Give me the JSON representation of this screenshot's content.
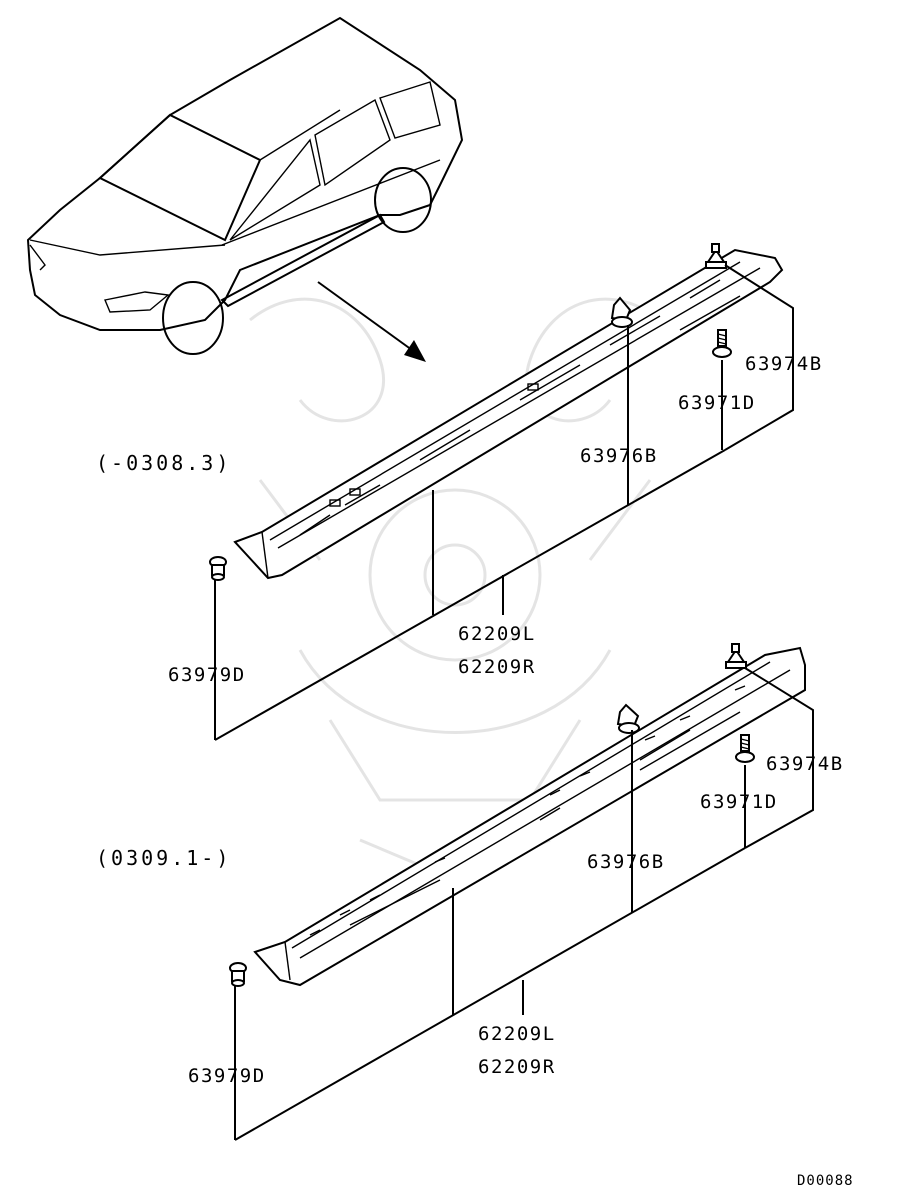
{
  "diagram": {
    "upper": {
      "range": "(-0308.3)",
      "parts": {
        "fastener_rear_top": "63974B",
        "screw": "63971D",
        "clip_mid": "63976B",
        "garnish_l": "62209L",
        "garnish_r": "62209R",
        "clip_front": "63979D"
      }
    },
    "lower": {
      "range": "(0309.1-)",
      "parts": {
        "fastener_rear_top": "63974B",
        "screw": "63971D",
        "clip_mid": "63976B",
        "garnish_l": "62209L",
        "garnish_r": "62209R",
        "clip_front": "63979D"
      }
    },
    "diagram_id": "D00088"
  }
}
